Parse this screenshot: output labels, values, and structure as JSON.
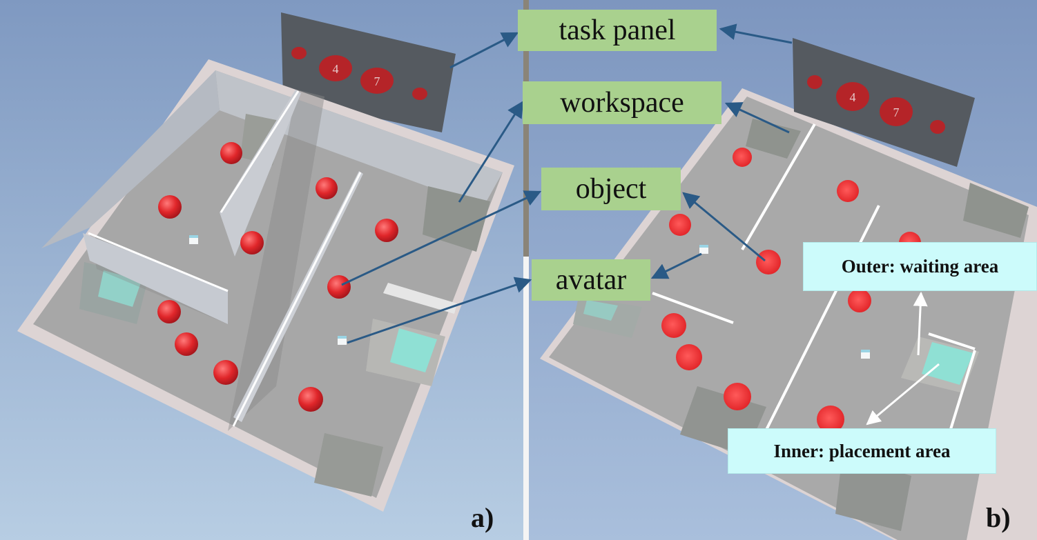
{
  "labels": {
    "task_panel": "task panel",
    "workspace": "workspace",
    "object": "object",
    "avatar": "avatar",
    "outer_waiting_area": "Outer: waiting area",
    "inner_placement_area": "Inner: placement area"
  },
  "panels": {
    "a": "a)",
    "b": "b)"
  },
  "task_panel_numbers": {
    "first": "4",
    "second": "7"
  },
  "colors": {
    "sky": "#8fa6c8",
    "floor": "#a7a7a7",
    "wall": "#c4c9d0",
    "rim": "#ddd4d4",
    "sphere": "#e0262a",
    "zone": "#aaa8a0",
    "placement": "#8fe0d4",
    "panel": "#555a60",
    "callout_green": "#a9d18e",
    "callout_cyan": "#ccfbfb",
    "arrow": "#2a5a86"
  }
}
